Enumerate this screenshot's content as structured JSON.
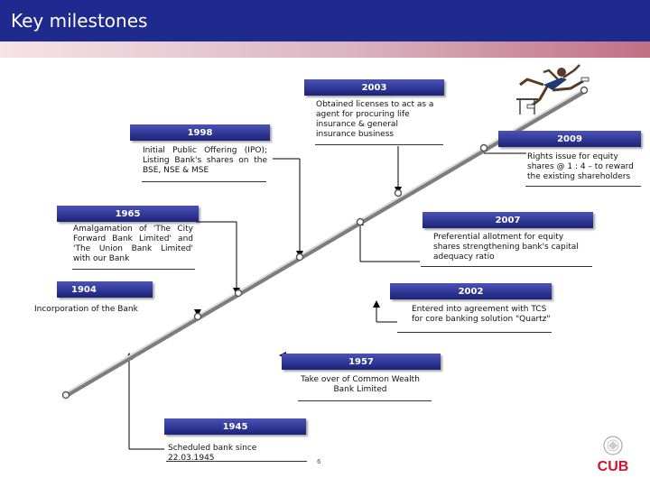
{
  "header": {
    "title": "Key milestones"
  },
  "milestones": [
    {
      "year": "2003",
      "text": "Obtained licenses to act as a agent for procuring life insurance & general insurance business"
    },
    {
      "year": "1998",
      "text": "Initial Public Offering (IPO); Listing Bank's shares on the BSE, NSE & MSE"
    },
    {
      "year": "2009",
      "text": "Rights issue for equity shares @ 1 : 4 – to reward the existing shareholders"
    },
    {
      "year": "1965",
      "text": "Amalgamation of 'The City Forward Bank Limited' and 'The Union Bank Limited' with our Bank"
    },
    {
      "year": "2007",
      "text": "Preferential allotment for equity shares strengthening bank's capital adequacy ratio"
    },
    {
      "year": "1904",
      "text": "Incorporation of the Bank"
    },
    {
      "year": "2002",
      "text": "Entered into agreement with TCS for core banking solution \"Quartz\""
    },
    {
      "year": "1957",
      "text": "Take over of Common Wealth Bank Limited"
    },
    {
      "year": "1945",
      "text": "Scheduled bank since 22.03.1945"
    }
  ],
  "footer": {
    "page_number": "6",
    "logo_text": "CUB"
  },
  "colors": {
    "header_bg": "#1f2a8f",
    "bar_dark": "#1c2377",
    "bar_light": "#4a52b8",
    "logo_red": "#d0112b"
  },
  "icons": [
    "hurdle-runner-icon",
    "cub-logo-icon"
  ]
}
